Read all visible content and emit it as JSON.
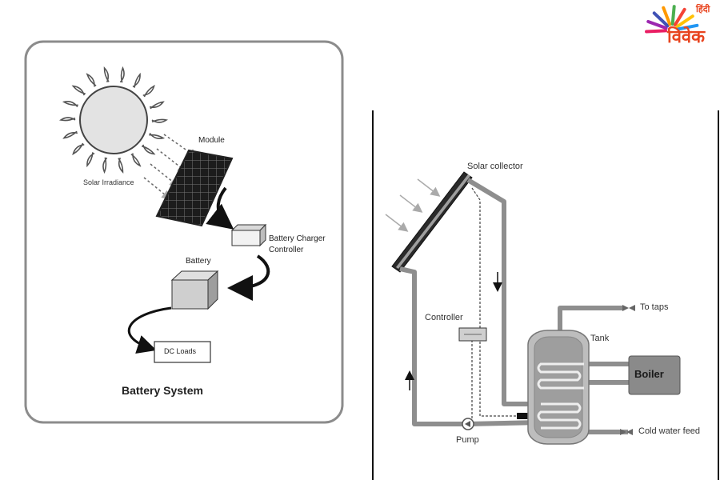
{
  "logo": {
    "top_text": "हिंदी",
    "main_text": "विवेक",
    "accent_color": "#e8441f",
    "ray_colors": [
      "#e91e63",
      "#9c27b0",
      "#3f51b5",
      "#ff9800",
      "#4caf50",
      "#f44336",
      "#ffc107",
      "#2196f3"
    ]
  },
  "battery_system": {
    "title": "Battery System",
    "labels": {
      "solar_irradiance": "Solar Irradiance",
      "module": "Module",
      "charger_line1": "Battery Charger",
      "charger_line2": "Controller",
      "battery": "Battery",
      "dc_loads": "DC Loads"
    }
  },
  "water_heater": {
    "labels": {
      "solar_collector": "Solar collector",
      "controller": "Controller",
      "tank": "Tank",
      "to_taps": "To taps",
      "boiler": "Boiler",
      "cold_water_feed": "Cold water feed",
      "pump": "Pump"
    },
    "colors": {
      "pipe": "#8e8e8e",
      "tank": "#bdbdbd",
      "boiler": "#8a8a8a"
    }
  }
}
